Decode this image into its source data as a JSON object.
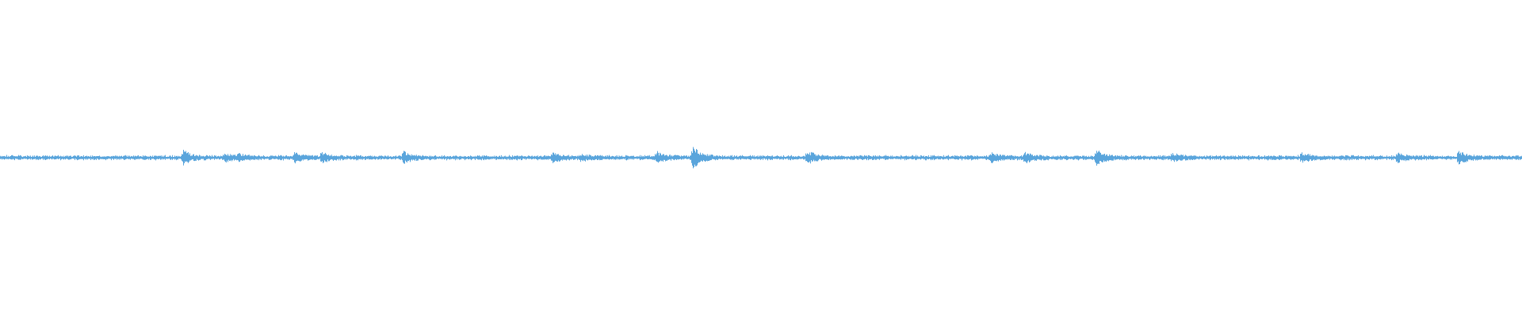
{
  "waveform": {
    "color": "#5aa5dc",
    "background": "#ffffff",
    "bursts": [
      {
        "at": 0.12,
        "amp": 0.55
      },
      {
        "at": 0.147,
        "amp": 0.35
      },
      {
        "at": 0.156,
        "amp": 0.3
      },
      {
        "at": 0.193,
        "amp": 0.35
      },
      {
        "at": 0.211,
        "amp": 0.5
      },
      {
        "at": 0.265,
        "amp": 0.45
      },
      {
        "at": 0.363,
        "amp": 0.35
      },
      {
        "at": 0.381,
        "amp": 0.25
      },
      {
        "at": 0.431,
        "amp": 0.45
      },
      {
        "at": 0.455,
        "amp": 1.0
      },
      {
        "at": 0.53,
        "amp": 0.55
      },
      {
        "at": 0.651,
        "amp": 0.35
      },
      {
        "at": 0.673,
        "amp": 0.4
      },
      {
        "at": 0.72,
        "amp": 0.6
      },
      {
        "at": 0.77,
        "amp": 0.3
      },
      {
        "at": 0.855,
        "amp": 0.35
      },
      {
        "at": 0.918,
        "amp": 0.35
      },
      {
        "at": 0.958,
        "amp": 0.55
      }
    ]
  }
}
